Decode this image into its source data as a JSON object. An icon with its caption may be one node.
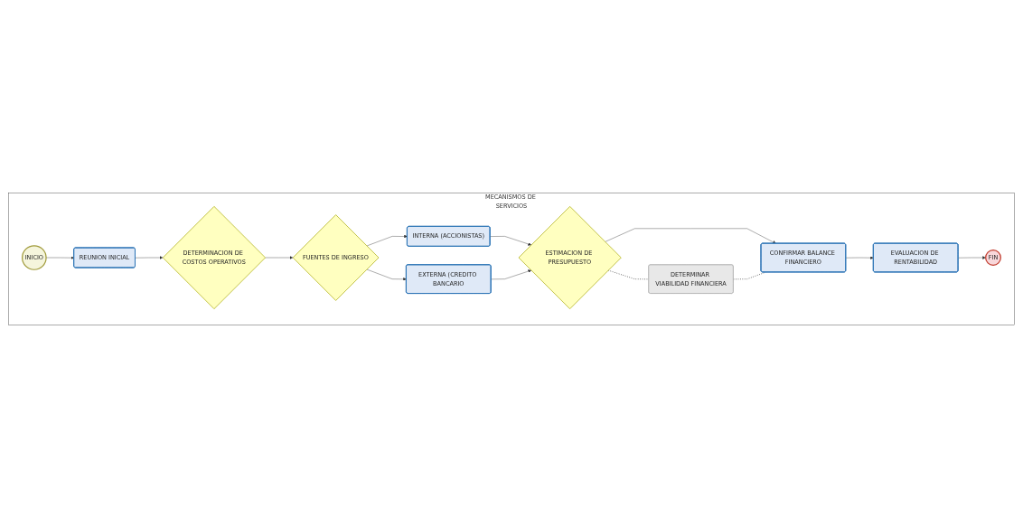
{
  "diagram": {
    "nodes": [
      {
        "text": [
          "MECANISMOS DE SERVICIOS"
        ]
      },
      {
        "text": [
          "INICIO"
        ],
        "in": 0
      },
      {
        "text": [
          "REUNION INICIAL"
        ],
        "in": 0
      },
      {
        "text": [
          "DETERMINACION DE COSTOS OPERATIVOS"
        ],
        "in": 0
      },
      {
        "text": [
          "FUENTES DE INGRESO"
        ],
        "in": 0
      },
      {
        "text": [
          "INTERNA (ACCIONISTAS)"
        ],
        "in": 0
      },
      {
        "text": [
          "EXTERNA (CREDITO BANCARIO"
        ],
        "in": 0
      },
      {
        "text": [
          "ESTIMACION DE PRESUPUESTO"
        ],
        "in": 0
      },
      {
        "text": [
          "CONFIRMAR BALANCE FINANCIERO"
        ],
        "in": 0
      },
      {
        "text": [
          "EVALUACION DE RENTABILIDAD"
        ],
        "in": 0
      },
      {
        "text": [
          "FIN"
        ],
        "in": 0
      },
      {
        "text": [
          "DETERMINAR VIABILIDAD FINANCIERA"
        ],
        "in": 0
      }
    ],
    "edges": [
      {
        "from": 1,
        "to": 2,
        "arrow": "to"
      },
      {
        "from": 2,
        "to": 3,
        "arrow": "to"
      },
      {
        "from": 3,
        "to": 4,
        "arrow": "to"
      },
      {
        "from": 4,
        "to": 5,
        "arrow": "to"
      },
      {
        "from": 4,
        "to": 6,
        "arrow": "to"
      },
      {
        "from": 5,
        "to": 7,
        "arrow": "to"
      },
      {
        "from": 6,
        "to": 7,
        "arrow": "to"
      },
      {
        "from": 7,
        "to": 8,
        "arrow": "to"
      },
      {
        "from": 8,
        "to": 9,
        "arrow": "to"
      },
      {
        "from": 9,
        "to": 10,
        "arrow": "to"
      },
      {
        "from": 7,
        "to": 11,
        "arrow": "none",
        "style": "dashed"
      },
      {
        "from": 11,
        "to": 8,
        "arrow": "none",
        "style": "dashed"
      }
    ]
  }
}
